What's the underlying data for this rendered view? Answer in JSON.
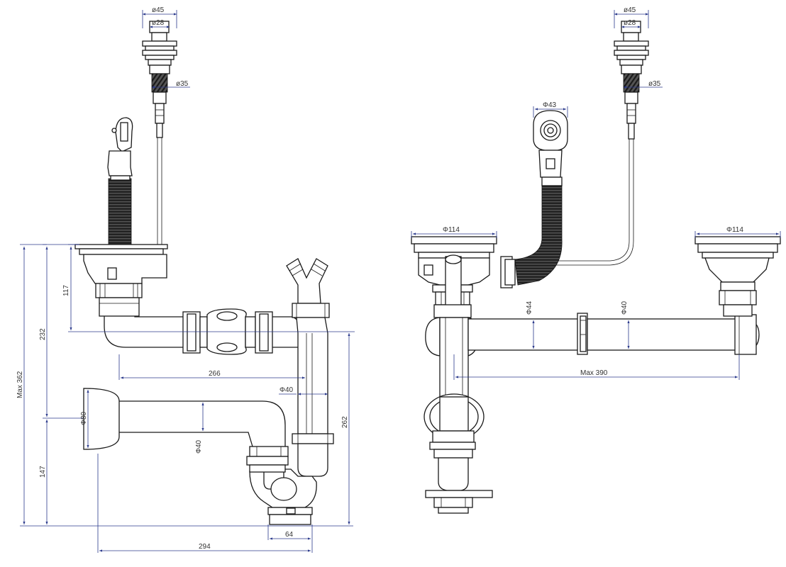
{
  "dimensions": {
    "left": {
      "d45": "ø45",
      "d28": "ø28",
      "d35": "ø35",
      "h117": "117",
      "h232": "232",
      "max362": "Max 362",
      "h147": "147",
      "d80": "Φ80",
      "d40_trap": "Φ40",
      "d40_vert": "Φ40",
      "w266": "266",
      "h262": "262",
      "w64": "64",
      "w294": "294"
    },
    "right": {
      "d45": "ø45",
      "d28": "ø28",
      "d35": "ø35",
      "d43": "Φ43",
      "d114_left": "Φ114",
      "d114_right": "Φ114",
      "d44": "Φ44",
      "d40": "Φ40",
      "max390": "Max 390"
    }
  },
  "colors": {
    "line": "#1a1a1a",
    "dimension": "#2b3a8c",
    "text": "#333333"
  }
}
